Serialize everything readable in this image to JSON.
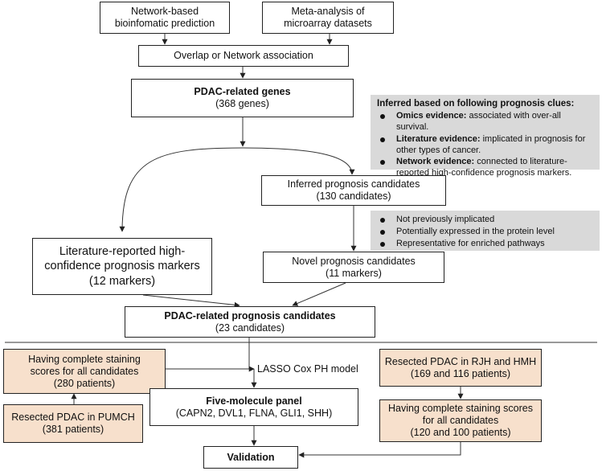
{
  "boxes": {
    "network_prediction": [
      "Network-based",
      "bioinfomatic prediction"
    ],
    "meta_analysis": [
      "Meta-analysis of",
      "microarray datasets"
    ],
    "overlap": "Overlap or Network association",
    "pdac_genes": {
      "title": "PDAC-related genes",
      "sub": "(368 genes)"
    },
    "inferred": [
      "Inferred prognosis candidates",
      "(130 candidates)"
    ],
    "literature_markers": [
      "Literature-reported high-",
      "confidence prognosis markers",
      "(12 markers)"
    ],
    "novel": [
      "Novel prognosis candidates",
      "(11 markers)"
    ],
    "prognosis_candidates": {
      "title": "PDAC-related prognosis candidates",
      "sub": "(23 candidates)"
    },
    "staining_puomch": [
      "Having complete staining",
      "scores for all candidates",
      "(280 patients)"
    ],
    "resected_pumch": [
      "Resected PDAC in PUMCH",
      "(381 patients)"
    ],
    "five_panel": {
      "title": "Five-molecule panel",
      "sub": "(CAPN2, DVL1, FLNA, GLI1, SHH)"
    },
    "resected_rjh": [
      "Resected PDAC in RJH and HMH",
      "(169 and 116 patients)"
    ],
    "staining_rjh": [
      "Having complete staining scores",
      "for all candidates",
      "(120 and 100 patients)"
    ],
    "validation": "Validation"
  },
  "lasso_label": "LASSO Cox PH model",
  "note_clues": {
    "header": "Inferred based on following prognosis clues:",
    "items": [
      {
        "bold": "Omics evidence:",
        "text": " associated with over-all survival."
      },
      {
        "bold": "Literature evidence:",
        "text": " implicated in prognosis for other types of cancer."
      },
      {
        "bold": "Network evidence:",
        "text": " connected to literature-reported high-confidence prognosis markers."
      }
    ]
  },
  "note_criteria": {
    "items": [
      "Not previously implicated",
      "Potentially expressed in the protein level",
      "Representative for enriched pathways"
    ]
  }
}
